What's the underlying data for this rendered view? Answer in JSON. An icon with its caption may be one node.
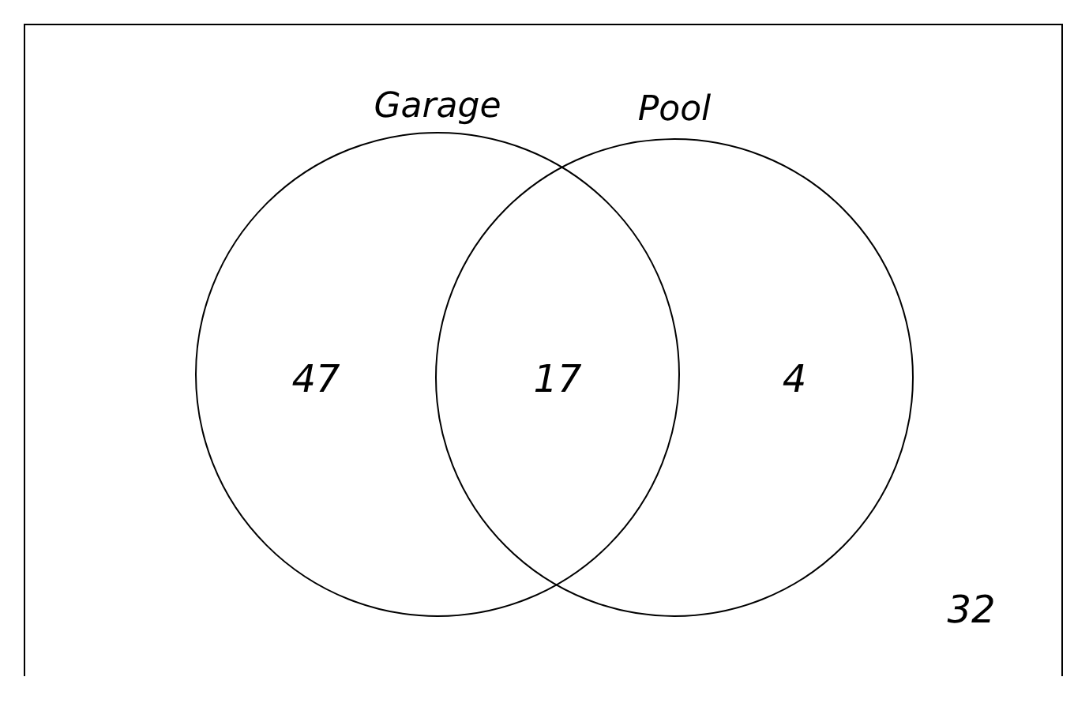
{
  "diagram": {
    "nodes": [
      {
        "text": [
          "Garage"
        ]
      },
      {
        "text": [
          "Pool"
        ]
      }
    ],
    "labels": [
      "47",
      "17",
      "4",
      "32"
    ]
  }
}
